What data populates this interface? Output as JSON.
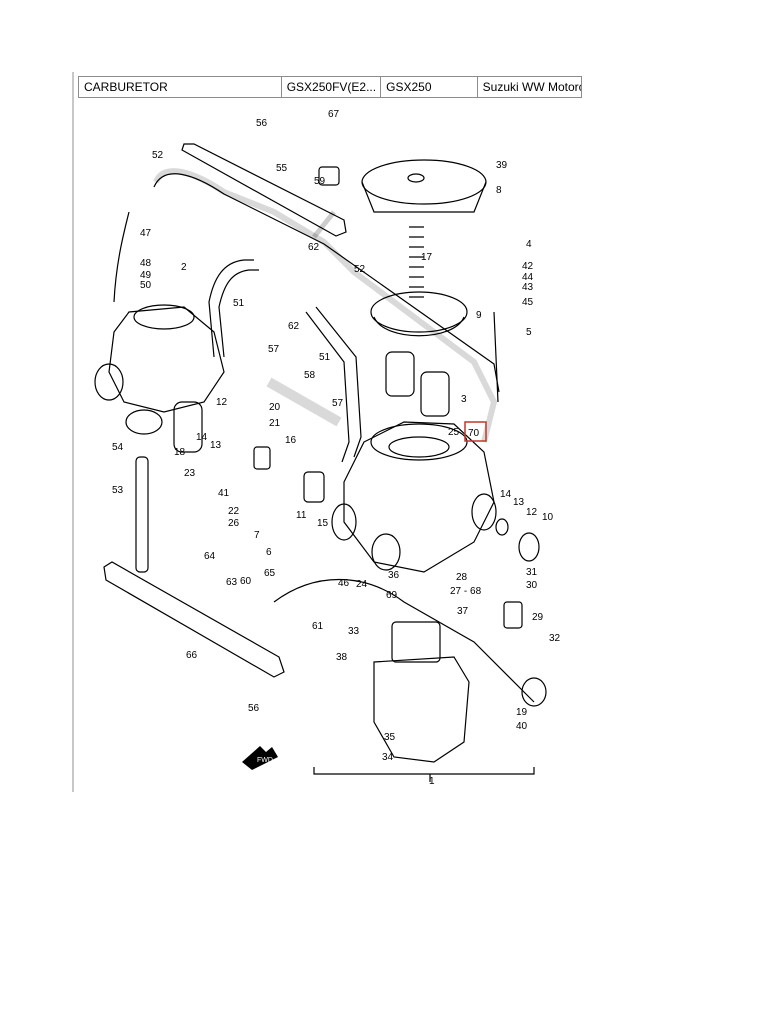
{
  "header": {
    "section": "CARBURETOR",
    "model_code": "GSX250FV(E2...",
    "model": "GSX250",
    "source": "Suzuki WW Motorc"
  },
  "highlight_label": "70",
  "callouts": [
    "1",
    "2",
    "3",
    "4",
    "5",
    "6",
    "7",
    "8",
    "9",
    "10",
    "11",
    "12",
    "12",
    "13",
    "13",
    "14",
    "14",
    "15",
    "16",
    "17",
    "18",
    "19",
    "20",
    "21",
    "22",
    "23",
    "24",
    "25",
    "26",
    "27 - 68",
    "28",
    "29",
    "30",
    "31",
    "32",
    "33",
    "34",
    "35",
    "36",
    "37",
    "38",
    "39",
    "40",
    "41",
    "42",
    "43",
    "44",
    "45",
    "46",
    "47",
    "48",
    "49",
    "50",
    "51",
    "51",
    "52",
    "52",
    "53",
    "54",
    "55",
    "56",
    "56",
    "57",
    "57",
    "58",
    "59",
    "60",
    "61",
    "62",
    "62",
    "63",
    "64",
    "65",
    "66",
    "67",
    "69"
  ],
  "fwd_label": "FWD"
}
